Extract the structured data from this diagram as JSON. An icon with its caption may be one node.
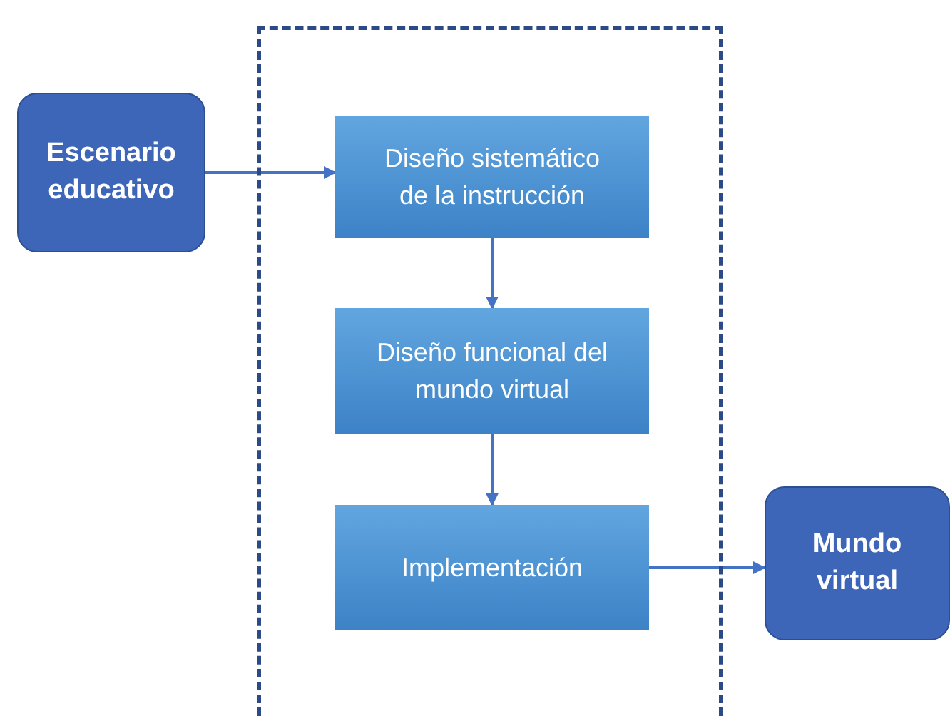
{
  "diagram": {
    "nodes": [
      {
        "text": [],
        "shape": "box"
      },
      {
        "text": [
          "Escenario educativo"
        ]
      },
      {
        "text": [
          "Diseño sistemático de la instrucción"
        ],
        "in": 0
      },
      {
        "text": [
          "Diseño funcional del mundo virtual"
        ],
        "in": 0
      },
      {
        "text": [
          "Implementación"
        ],
        "in": 0
      },
      {
        "text": [
          "Mundo virtual"
        ]
      }
    ],
    "edges": [
      {
        "from": 1,
        "to": 2,
        "arrow": "to"
      },
      {
        "from": 2,
        "to": 3,
        "arrow": "to"
      },
      {
        "from": 3,
        "to": 4,
        "arrow": "to"
      },
      {
        "from": 4,
        "to": 5,
        "arrow": "to"
      }
    ]
  }
}
